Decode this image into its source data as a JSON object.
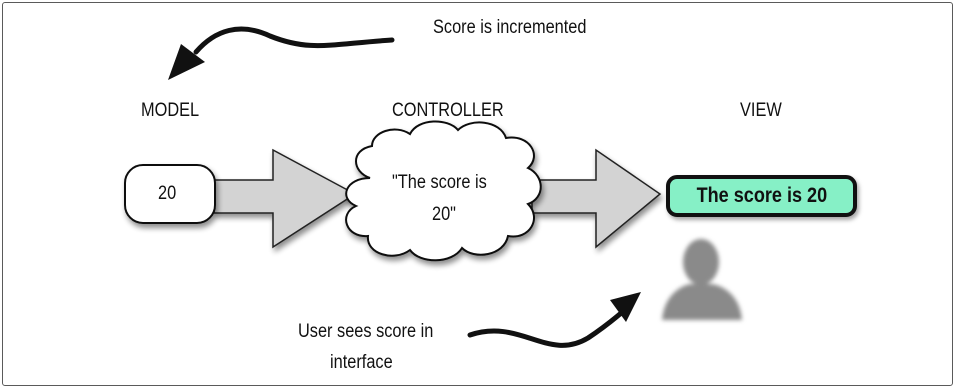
{
  "annotations": {
    "score_incremented": "Score is incremented",
    "user_sees_line1": "User sees score in",
    "user_sees_line2": "interface"
  },
  "labels": {
    "model": "MODEL",
    "controller": "CONTROLLER",
    "view": "VIEW"
  },
  "model_value": "20",
  "controller_text_line1": "\"The score is",
  "controller_text_line2": "20\"",
  "view_text": "The score is 20",
  "colors": {
    "view_fill": "#86f0c6",
    "arrow_fill": "#d3d3d3",
    "outline": "#111111",
    "user_icon": "#8a8a8a"
  },
  "icons": [
    "user-silhouette-icon",
    "curved-arrow-icon"
  ]
}
